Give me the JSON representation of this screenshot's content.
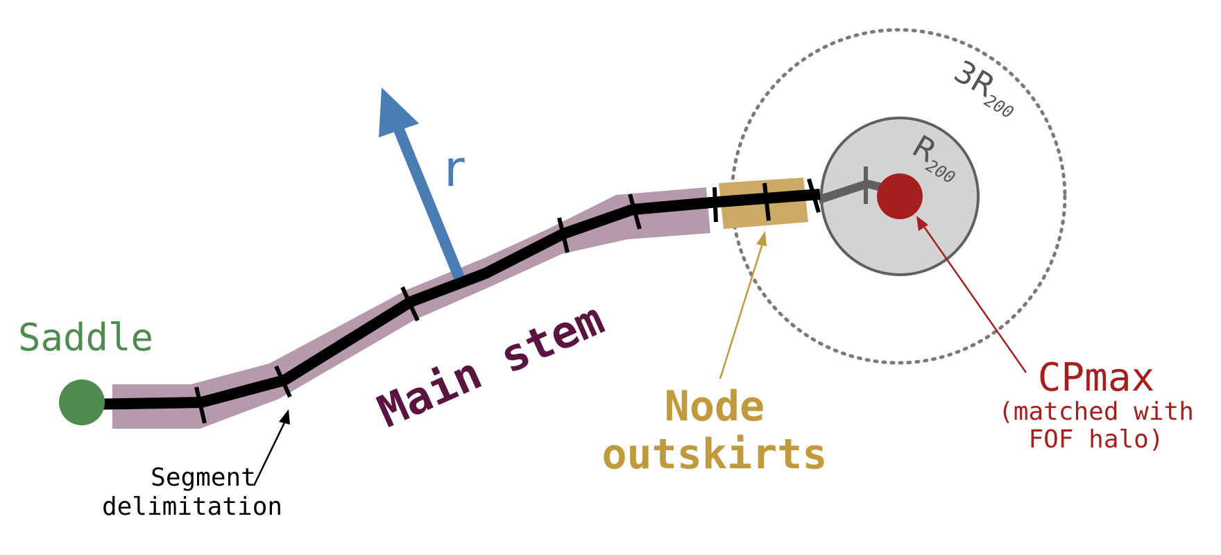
{
  "labels": {
    "saddle": "Saddle",
    "r_axis": "r",
    "main_stem": "Main stem",
    "node_outskirts_line1": "Node",
    "node_outskirts_line2": "outskirts",
    "cpmax": "CPmax",
    "cpmax_sub_line1": "(matched with",
    "cpmax_sub_line2": "FOF halo)",
    "segment_line1": "Segment",
    "segment_line2": "delimitation",
    "r200_base": "R",
    "r200_sub": "200",
    "r3_base": "3R",
    "r3_sub": "200"
  },
  "colors": {
    "saddle": "#4e8b4e",
    "r_arrow": "#4a7db3",
    "main_stem_text": "#5a1440",
    "stem_band": "#b59aab",
    "node_band": "#ccaa66",
    "node_text": "#c29a3e",
    "cpmax": "#a61f1f",
    "filament": "#000000",
    "halo_fill": "#d3d3d3",
    "halo_stroke": "#606060",
    "dotted_circle": "#7a7a7a",
    "radius_text": "#555555"
  }
}
